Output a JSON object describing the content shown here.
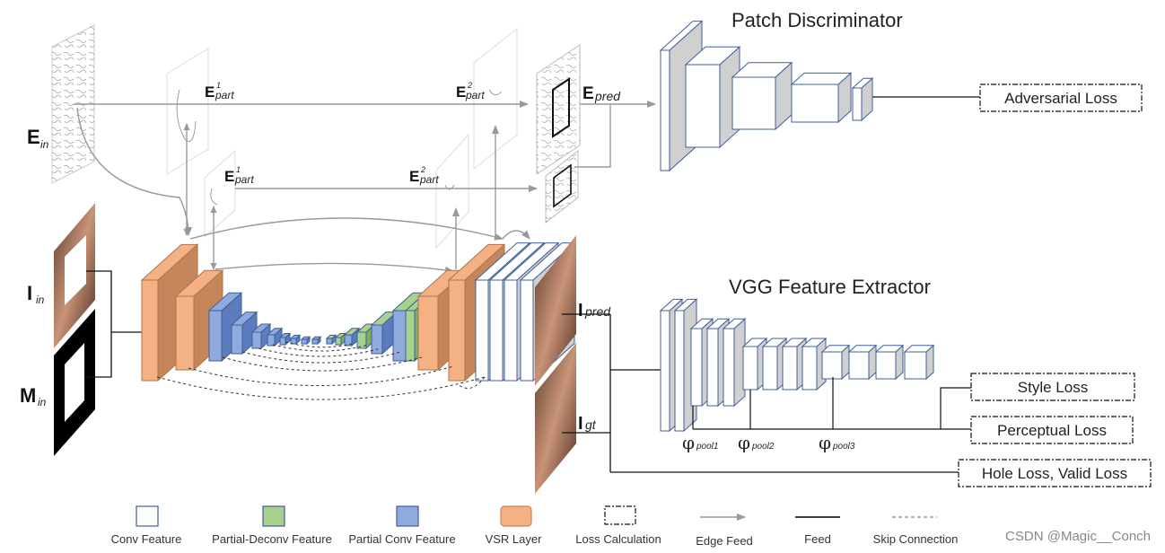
{
  "titles": {
    "patch_discriminator": "Patch Discriminator",
    "vgg_extractor": "VGG Feature Extractor"
  },
  "losses": {
    "adversarial": "Adversarial Loss",
    "style": "Style Loss",
    "perceptual": "Perceptual Loss",
    "hole_valid": "Hole Loss, Valid Loss"
  },
  "symbols": {
    "E": "E",
    "I": "I",
    "M": "M",
    "in": "in",
    "part": "part",
    "pred": "pred",
    "gt": "gt",
    "sup1": "1",
    "sup2": "2",
    "phi": "φ",
    "pool1": "pool1",
    "pool2": "pool2",
    "pool3": "pool3"
  },
  "legend": [
    {
      "label": "Conv Feature",
      "color": "#ffffff"
    },
    {
      "label": "Partial-Deconv Feature",
      "color": "#a9d18e"
    },
    {
      "label": "Partial Conv Feature",
      "color": "#8faadc"
    },
    {
      "label": "VSR Layer",
      "color": "#f4b183"
    },
    {
      "label": "Loss Calculation",
      "color": "#ffffff"
    },
    {
      "label": "Edge Feed",
      "color": "#999999"
    },
    {
      "label": "Feed",
      "color": "#000000"
    },
    {
      "label": "Skip Connection",
      "color": "#999999"
    }
  ],
  "watermark": "CSDN @Magic__Conch",
  "colors": {
    "vsr": "#f4b183",
    "vsr_dark": "#c5865c",
    "pconv": "#8faadc",
    "pconv_dark": "#5b7cbf",
    "pdeconv": "#a9d18e",
    "pdeconv_dark": "#7fae63",
    "block_edge": "#3f5f99",
    "side_gray": "#d0d0d0"
  }
}
